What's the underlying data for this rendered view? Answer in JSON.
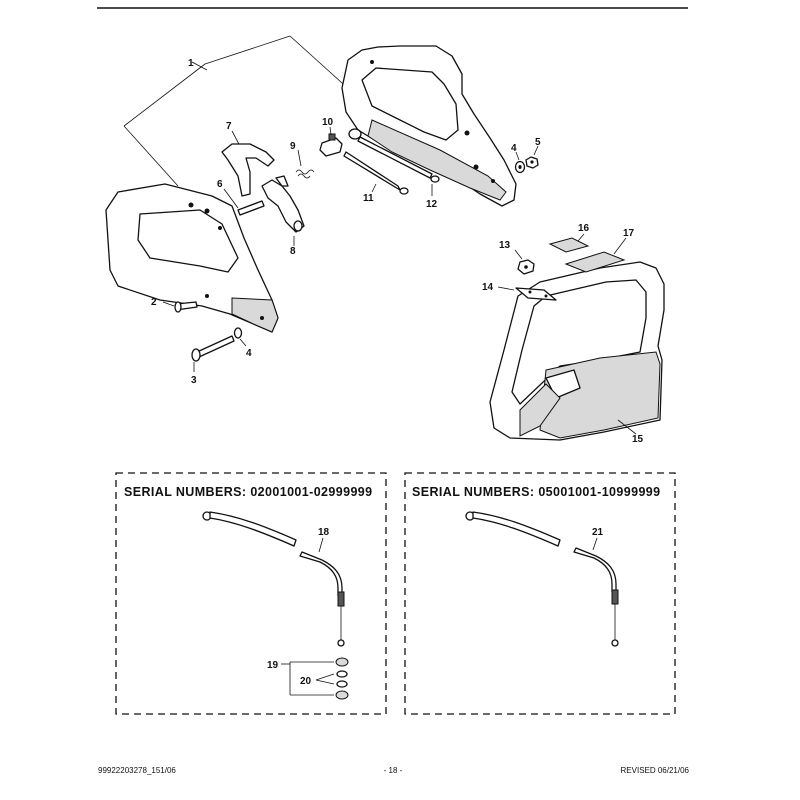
{
  "callouts": {
    "c1": "1",
    "c2": "2",
    "c3": "3",
    "c4a": "4",
    "c4b": "4",
    "c5": "5",
    "c6": "6",
    "c7": "7",
    "c8": "8",
    "c9": "9",
    "c10": "10",
    "c11": "11",
    "c12": "12",
    "c13": "13",
    "c14": "14",
    "c15": "15",
    "c16": "16",
    "c17": "17",
    "c18": "18",
    "c19": "19",
    "c20": "20",
    "c21": "21"
  },
  "boxes": {
    "left_title": "SERIAL NUMBERS: 02001001-02999999",
    "right_title": "SERIAL NUMBERS: 05001001-10999999"
  },
  "footer": {
    "doc_number": "99922203278_151/06",
    "page": "- 18 -",
    "revised": "REVISED 06/21/06"
  },
  "icons": {
    "rear_handle": "rear-handle-assembly-icon",
    "front_handle": "front-handle-icon",
    "throttle_cable": "throttle-cable-icon"
  }
}
